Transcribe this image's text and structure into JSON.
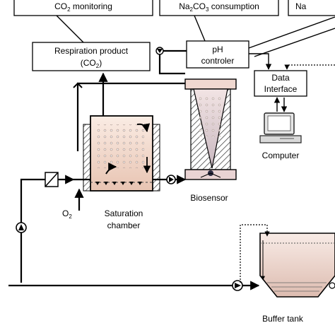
{
  "labels": {
    "co2_monitoring": "CO",
    "co2_monitoring_sub": "2",
    "co2_monitoring_rest": " monitoring",
    "na2co3_a": "Na",
    "na2co3_sub1": "2",
    "na2co3_b": "CO",
    "na2co3_sub2": "3",
    "na2co3_rest": " consumption",
    "top_right_partial": "Na",
    "respiration_line1": "Respiration product",
    "respiration_line2a": "(CO",
    "respiration_line2_sub": "2",
    "respiration_line2b": ")",
    "ph_line1": "pH",
    "ph_line2": "controler",
    "data_line1": "Data",
    "data_line2": "Interface",
    "computer": "Computer",
    "biosensor": "Biosensor",
    "o2": "O",
    "o2_sub": "2",
    "saturation_line1": "Saturation",
    "saturation_line2": "chamber",
    "buffer_tank": "Buffer tank"
  },
  "colors": {
    "chamber_fill": "#f3d9cc",
    "tank_fill": "#eed8d0",
    "line": "#000000"
  }
}
